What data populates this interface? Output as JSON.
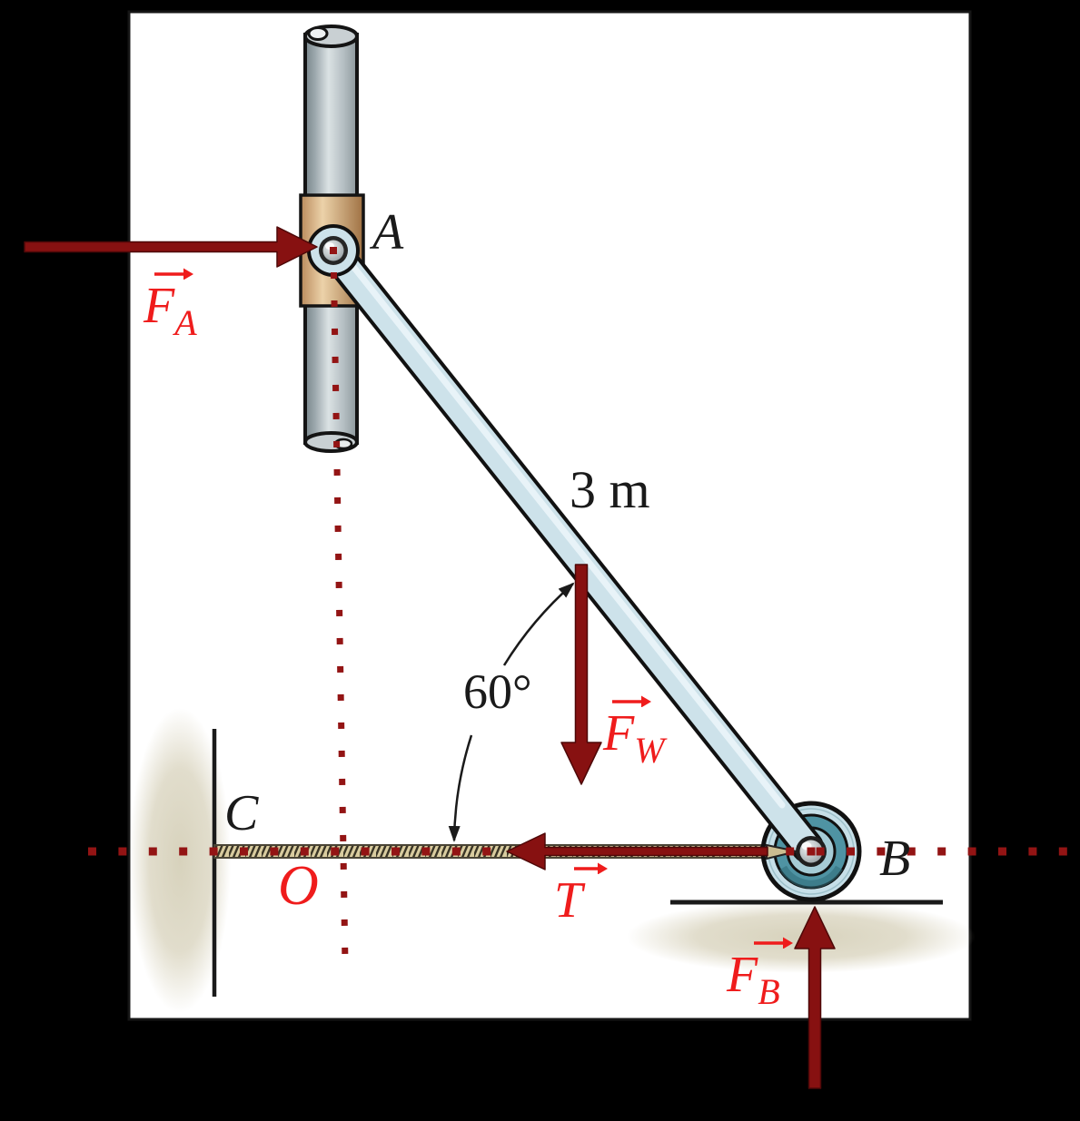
{
  "figure": {
    "points": {
      "a": "A",
      "b": "B",
      "c": "C",
      "origin": "O"
    },
    "dimensions": {
      "rod_length": "3 m",
      "angle": "60°"
    },
    "forces": {
      "fa": {
        "base": "F",
        "sub": "A"
      },
      "fw": {
        "base": "F",
        "sub": "W"
      },
      "t": {
        "base": "T"
      },
      "fb": {
        "base": "F",
        "sub": "B"
      }
    }
  },
  "colors": {
    "background": "#000000",
    "paper": "#ffffff",
    "ink": "#1a1a1a",
    "force_arrow": "#871111",
    "dotted_line": "#931414",
    "force_label": "#ef1c1c",
    "rod_fill": "#cde2ea",
    "rod_highlight": "#ebf5f9",
    "rope_fill": "#d9cc9f",
    "rope_stroke": "#3a3526",
    "pulley_band": "#c6dfe8",
    "pulley_disc": "#4f93a3",
    "pulley_inner": "#a6ccd6",
    "shadow": "#dcd7c3"
  }
}
